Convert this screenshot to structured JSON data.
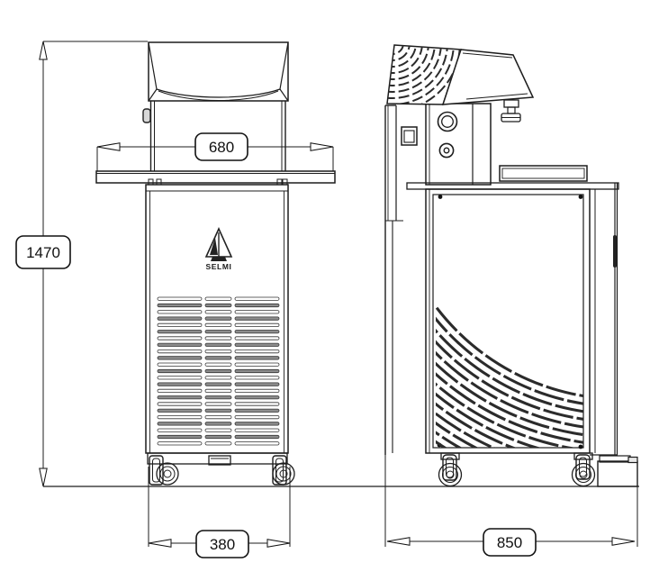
{
  "brand": {
    "name": "SELMI"
  },
  "dimensions": {
    "overall_height": "1470",
    "hood_width": "680",
    "cabinet_width": "380",
    "depth": "850"
  }
}
